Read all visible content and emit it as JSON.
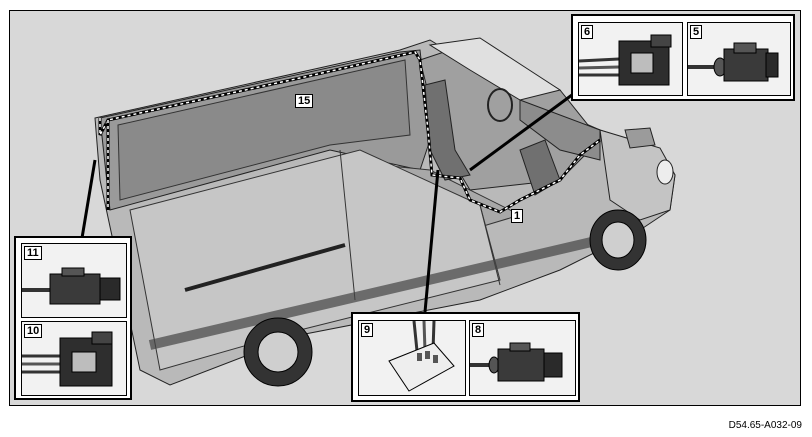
{
  "figure_code": "D54.65-A032-09",
  "labels": {
    "n1": "1",
    "n5": "5",
    "n6": "6",
    "n8": "8",
    "n9": "9",
    "n10": "10",
    "n11": "11",
    "n15": "15"
  },
  "colors": {
    "background": "#d8d8d8",
    "harness": "#000000",
    "inset_bg": "#f2f2f2"
  }
}
